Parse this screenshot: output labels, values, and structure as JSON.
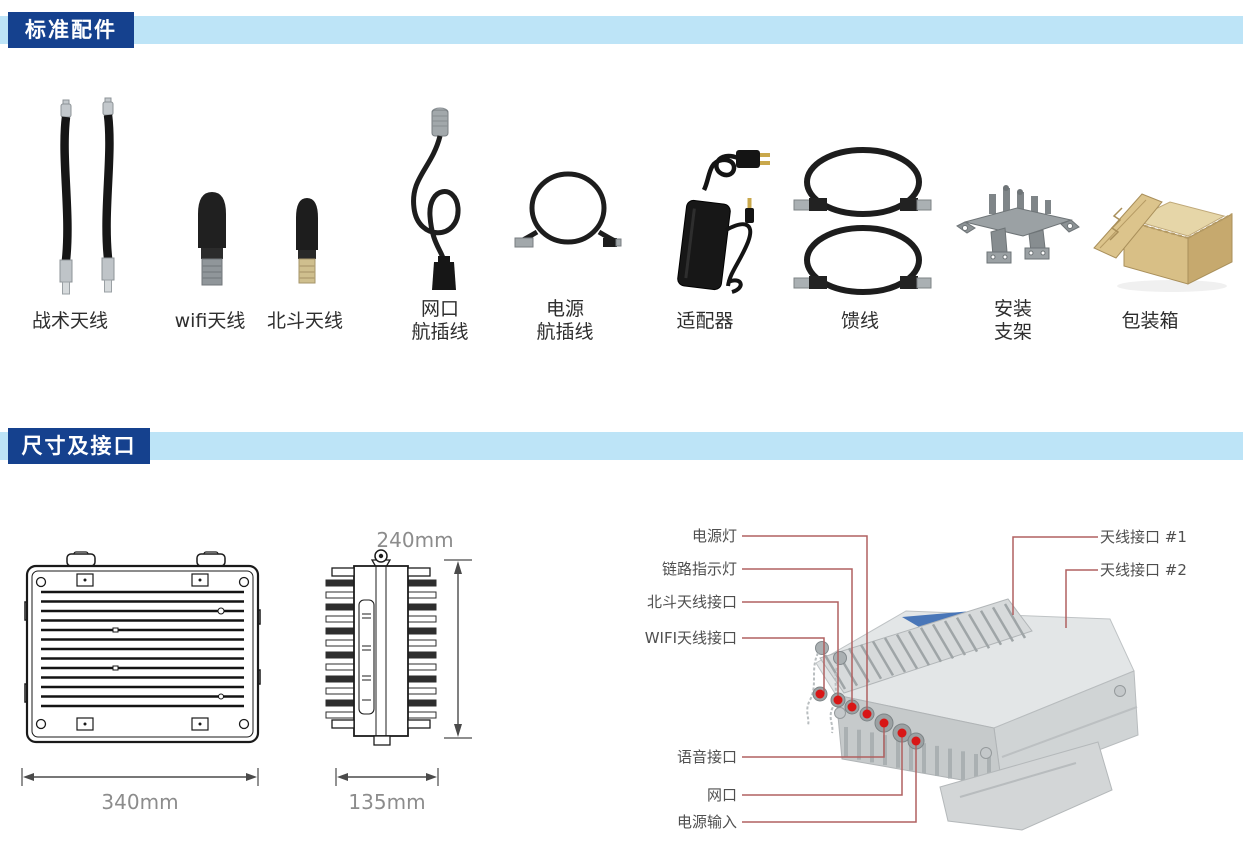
{
  "sections": {
    "accessories": {
      "title": "标准配件"
    },
    "dimensions": {
      "title": "尺寸及接口"
    }
  },
  "accessories": {
    "items": [
      {
        "id": "tactical-antenna",
        "label_lines": [
          "战术天线"
        ]
      },
      {
        "id": "wifi-antenna",
        "label_lines": [
          "wifi天线"
        ]
      },
      {
        "id": "beidou-antenna",
        "label_lines": [
          "北斗天线"
        ]
      },
      {
        "id": "ethernet-aviation-cable",
        "label_lines": [
          "网口",
          "航插线"
        ]
      },
      {
        "id": "power-aviation-cable",
        "label_lines": [
          "电源",
          "航插线"
        ]
      },
      {
        "id": "adapter",
        "label_lines": [
          "适配器"
        ]
      },
      {
        "id": "feeder-cable",
        "label_lines": [
          "馈线"
        ]
      },
      {
        "id": "mounting-bracket",
        "label_lines": [
          "安装",
          "支架"
        ]
      },
      {
        "id": "packing-box",
        "label_lines": [
          "包装箱"
        ]
      }
    ]
  },
  "dimensions": {
    "width_label": "340mm",
    "depth_label": "135mm",
    "height_label": "240mm",
    "callouts_left": [
      {
        "label": "电源灯"
      },
      {
        "label": "链路指示灯"
      },
      {
        "label": "北斗天线接口"
      },
      {
        "label": "WIFI天线接口"
      },
      {
        "label": "语音接口"
      },
      {
        "label": "网口"
      },
      {
        "label": "电源输入"
      }
    ],
    "callouts_right": [
      {
        "label": "天线接口 #1"
      },
      {
        "label": "天线接口 #2"
      }
    ]
  },
  "colors": {
    "header_bg": "#15418e",
    "header_strip": "#bde4f7",
    "header_text": "#ffffff",
    "callout_line": "#b06060",
    "callout_dot": "#d81616",
    "dimension_text": "#8c8c8c",
    "device_body": "#d6d9da"
  }
}
